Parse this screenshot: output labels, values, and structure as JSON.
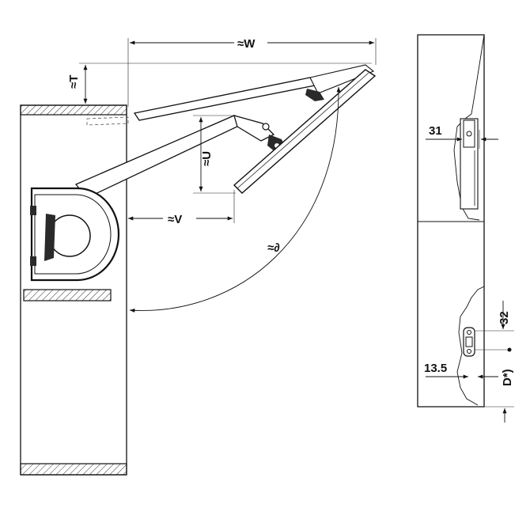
{
  "labels": {
    "width": "≈W",
    "height_t": "≈T",
    "height_u": "≈U",
    "depth_v": "≈V",
    "angle": "≈∂",
    "dim_31": "31",
    "dim_32": "32",
    "dim_13_5": "13.5",
    "dim_d": "D*)"
  },
  "colors": {
    "line": "#111111",
    "mechanism_fill": "#2a2a2a",
    "hatch": "#333333",
    "background": "#ffffff"
  }
}
